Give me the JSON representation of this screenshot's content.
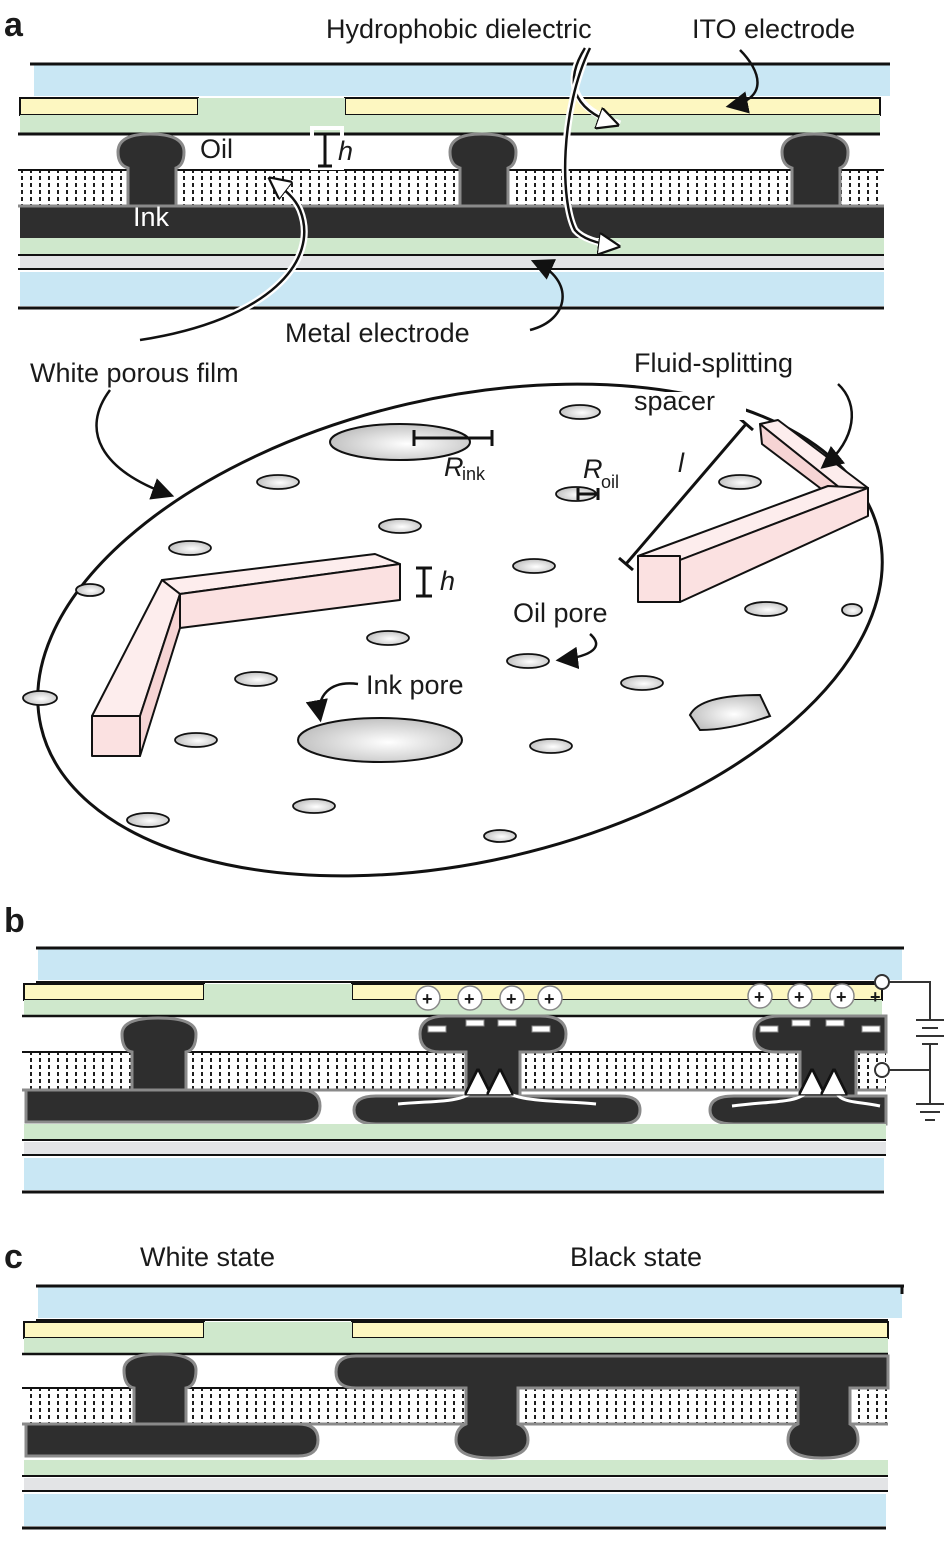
{
  "panels": {
    "a": "a",
    "b": "b",
    "c": "c"
  },
  "labels": {
    "hydrophobic_dielectric": "Hydrophobic dielectric",
    "ito_electrode": "ITO electrode",
    "oil": "Oil",
    "ink": "Ink",
    "h": "h",
    "metal_electrode": "Metal electrode",
    "white_porous_film": "White porous film",
    "fluid_splitting_spacer_line1": "Fluid-splitting",
    "fluid_splitting_spacer_line2": "spacer",
    "r": "R",
    "ink_sub": "ink",
    "oil_sub": "oil",
    "l": "l",
    "oil_pore": "Oil pore",
    "ink_pore": "Ink pore",
    "white_state": "White state",
    "black_state": "Black state",
    "plus": "+"
  },
  "colors": {
    "glass": "#c9e7f4",
    "ito": "#fdf7c1",
    "dielectric": "#cfe8cc",
    "metal": "#e3e4e6",
    "ink": "#2e2e2e",
    "ink_outline": "#8a8a8a",
    "spacer": "#fbe1e1"
  }
}
